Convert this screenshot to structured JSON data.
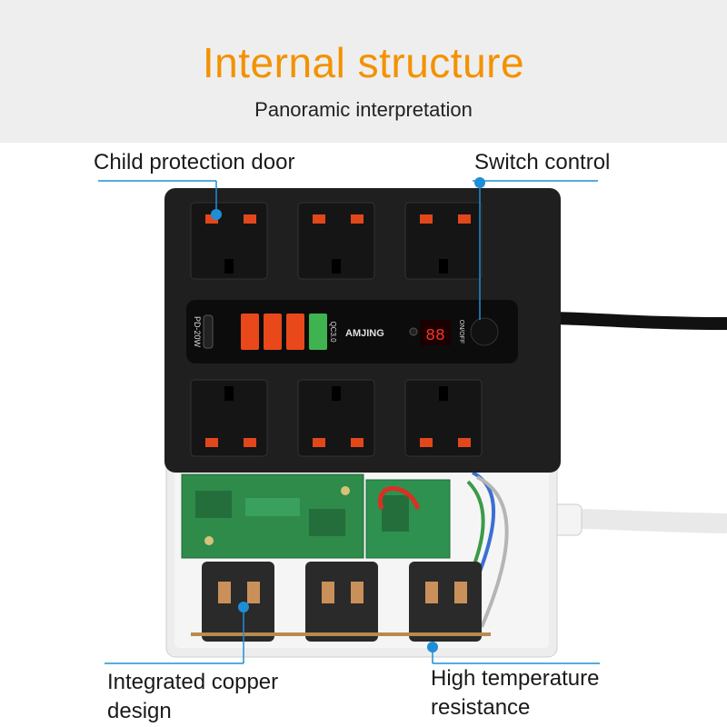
{
  "header": {
    "title": "Internal structure",
    "subtitle": "Panoramic interpretation"
  },
  "callouts": {
    "child_protection": "Child protection door",
    "switch_control": "Switch control",
    "copper_line1": "Integrated copper",
    "copper_line2": "design",
    "heat_line1": "High temperature",
    "heat_line2": "resistance"
  },
  "device": {
    "brand": "AMJING",
    "pd_label": "PD-20W",
    "qc_label": "QC3.0",
    "display_value": "88",
    "switch_label": "ON/OFF"
  },
  "colors": {
    "accent_orange": "#f39200",
    "callout_blue": "#1e8fd6",
    "body_black": "#1f1f1f",
    "pcb_green": "#2e8b4a"
  }
}
